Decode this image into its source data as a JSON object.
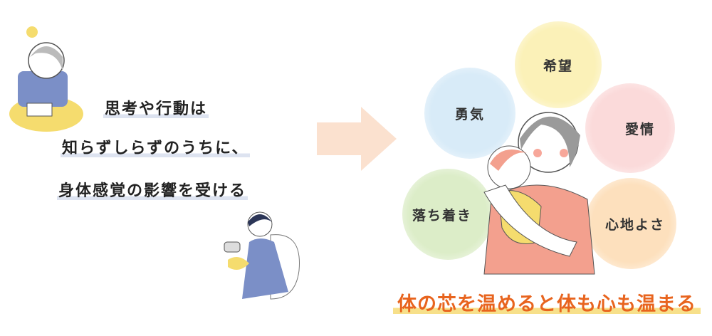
{
  "left_text": [
    "思考や行動は",
    "知らずしらずのうちに、",
    "身体感覚の影響を受ける"
  ],
  "circles": [
    {
      "label": "希望",
      "color": "#fbf1b8"
    },
    {
      "label": "勇気",
      "color": "#d8ebf8"
    },
    {
      "label": "愛情",
      "color": "#fbdada"
    },
    {
      "label": "落ち着き",
      "color": "#dcedc8"
    },
    {
      "label": "心地よさ",
      "color": "#fde0bd"
    }
  ],
  "slogan": "体の芯を温めると体も心も温まる",
  "colors": {
    "arrow": "#fbe1cf",
    "accent": "#e8641e"
  }
}
